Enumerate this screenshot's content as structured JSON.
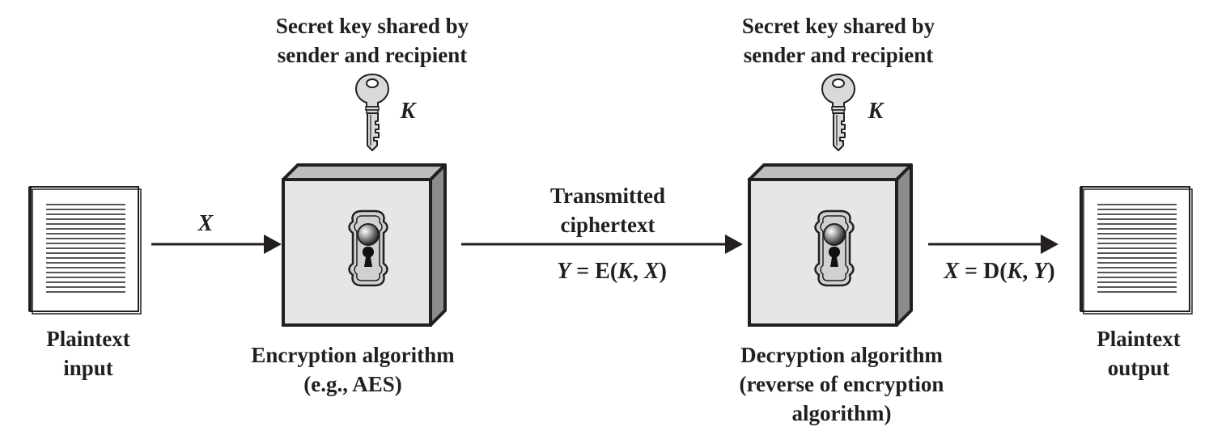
{
  "plaintext_input": {
    "line1": "Plaintext",
    "line2": "input"
  },
  "plaintext_output": {
    "line1": "Plaintext",
    "line2": "output"
  },
  "key_left": {
    "line1": "Secret key shared by",
    "line2": "sender and recipient",
    "symbol": "K"
  },
  "key_right": {
    "line1": "Secret key shared by",
    "line2": "sender and recipient",
    "symbol": "K"
  },
  "encryption": {
    "line1": "Encryption algorithm",
    "line2": "(e.g., AES)"
  },
  "decryption": {
    "line1": "Decryption algorithm",
    "line2": "(reverse of encryption",
    "line3": "algorithm)"
  },
  "arrow_input": {
    "symbol": "X"
  },
  "transmit": {
    "line1": "Transmitted",
    "line2": "ciphertext",
    "eq_lhs": "Y",
    "eq_op": " = E(",
    "eq_k": "K",
    "eq_sep": ", ",
    "eq_x": "X",
    "eq_close": ")"
  },
  "output_eq": {
    "lhs": "X",
    "op": " = D(",
    "k": "K",
    "sep": ", ",
    "y": "Y",
    "close": ")"
  },
  "colors": {
    "ink": "#231f20",
    "box_front": "#e6e6e6",
    "box_top": "#bdbdbd",
    "box_side": "#8c8c8c",
    "key_fill": "#d9d9d9"
  }
}
